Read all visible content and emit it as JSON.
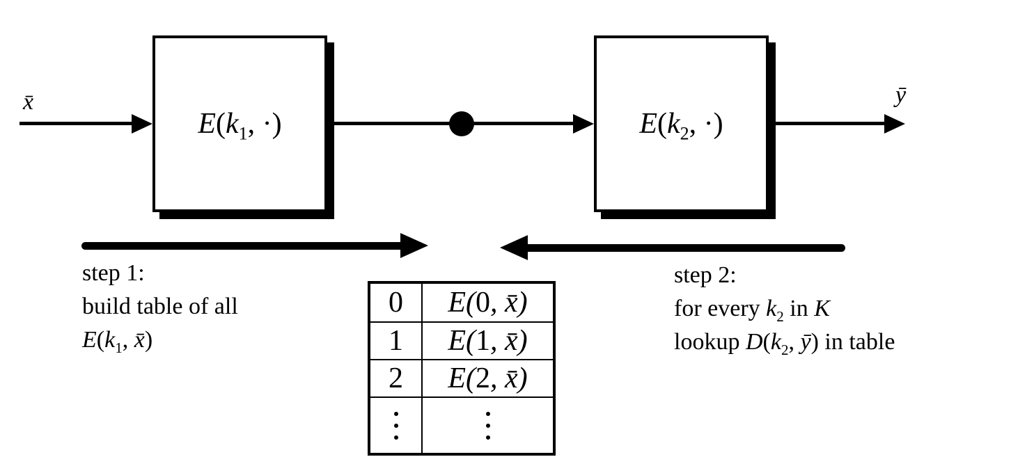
{
  "colors": {
    "ink": "#000000",
    "background": "#ffffff"
  },
  "diagram": {
    "input_label": "x̄",
    "output_label": "ȳ",
    "box1": {
      "e": "E",
      "open": "(",
      "k": "k",
      "sub": "1",
      "rest": ", ·)"
    },
    "box2": {
      "e": "E",
      "open": "(",
      "k": "k",
      "sub": "2",
      "rest": ", ·)"
    },
    "step1": {
      "line1": "step 1:",
      "line2": "build table of all",
      "line3": {
        "e": "E",
        "open": "(",
        "k": "k",
        "sub": "1",
        "comma": ", ",
        "x": "x̄",
        "close": ")"
      }
    },
    "step2": {
      "line1": "step 2:",
      "line2": {
        "t1": "for every ",
        "k": "k",
        "sub": "2",
        "t2": " in ",
        "kcal": "K"
      },
      "line3": {
        "t1": "lookup ",
        "d": "D",
        "open": "(",
        "k": "k",
        "sub": "2",
        "comma": ", ",
        "y": "ȳ",
        "t2": ") in table"
      }
    },
    "table": {
      "rows": [
        {
          "key": "0",
          "e": "E(",
          "num": "0",
          "rest": ", x̄)"
        },
        {
          "key": "1",
          "e": "E(",
          "num": "1",
          "rest": ", x̄)"
        },
        {
          "key": "2",
          "e": "E(",
          "num": "2",
          "rest": ", x̄)"
        },
        {
          "key": "⋮",
          "value": "⋮"
        }
      ]
    }
  }
}
